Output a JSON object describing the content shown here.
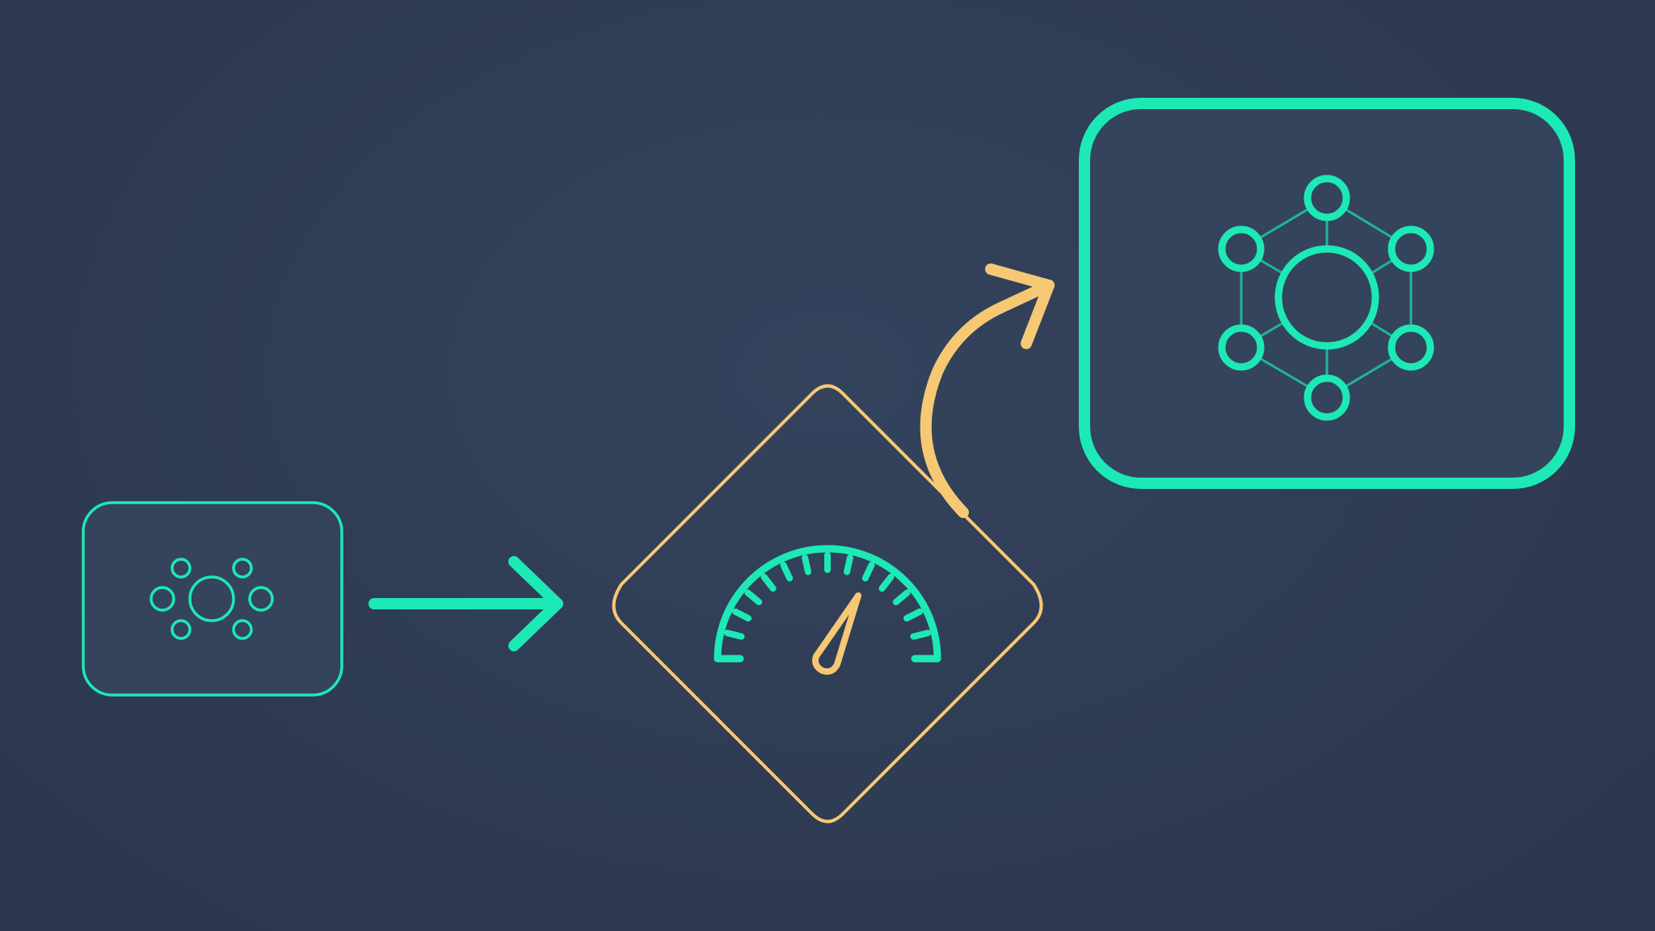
{
  "diagram": {
    "nodes": [
      {
        "id": "small-cluster",
        "shape": "rounded-rectangle",
        "icon": "cluster-icon",
        "stroke": "#1de9b6",
        "fill": "#34445c"
      },
      {
        "id": "gauge-decision",
        "shape": "diamond",
        "icon": "speedometer-icon",
        "stroke": "#f7c873",
        "fill": "none"
      },
      {
        "id": "large-network",
        "shape": "rounded-rectangle",
        "icon": "network-hub-icon",
        "stroke": "#1de9b6",
        "fill": "#34445c"
      }
    ],
    "edges": [
      {
        "from": "small-cluster",
        "to": "gauge-decision",
        "style": "straight-arrow",
        "color": "#1de9b6"
      },
      {
        "from": "gauge-decision",
        "to": "large-network",
        "style": "curved-arrow",
        "color": "#f7c873"
      }
    ]
  },
  "colors": {
    "background": "#2f3c55",
    "accent": "#1de9b6",
    "highlight": "#f7c873",
    "panel": "#34445c"
  }
}
